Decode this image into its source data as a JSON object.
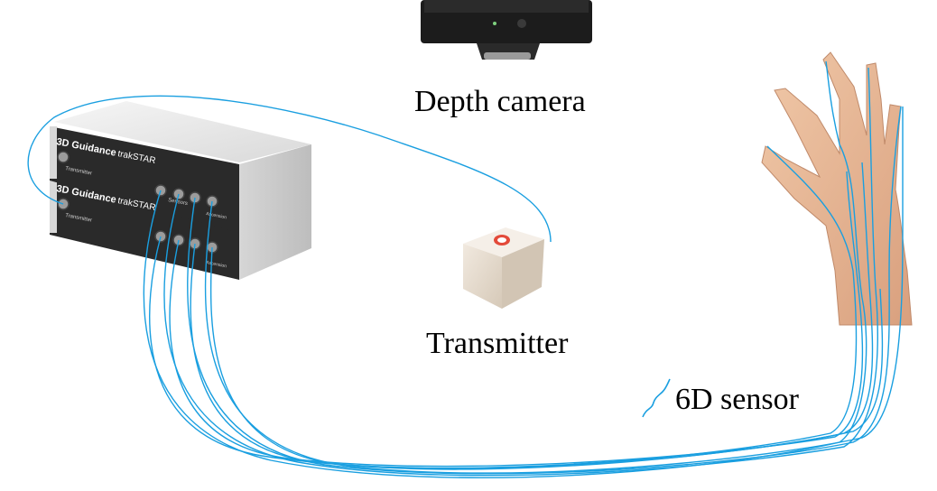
{
  "labels": {
    "depth_camera": "Depth camera",
    "transmitter": "Transmitter",
    "sensor": "6D sensor"
  },
  "device": {
    "top_unit_brand": "3D Guidance",
    "top_unit_model": "trakSTAR",
    "top_unit_port": "Transmitter",
    "bottom_unit_brand": "3D Guidance",
    "bottom_unit_model": "trakSTAR",
    "bottom_unit_port": "Transmitter",
    "sensors_label": "Sensors",
    "vendor": "Ascension"
  },
  "colors": {
    "cable": "#1a9fe0",
    "device_body": "#e9e9e9",
    "device_front": "#2a2a2a",
    "camera": "#1c1c1c",
    "transmitter": "#e8ded2",
    "skin": "#e7b898"
  }
}
